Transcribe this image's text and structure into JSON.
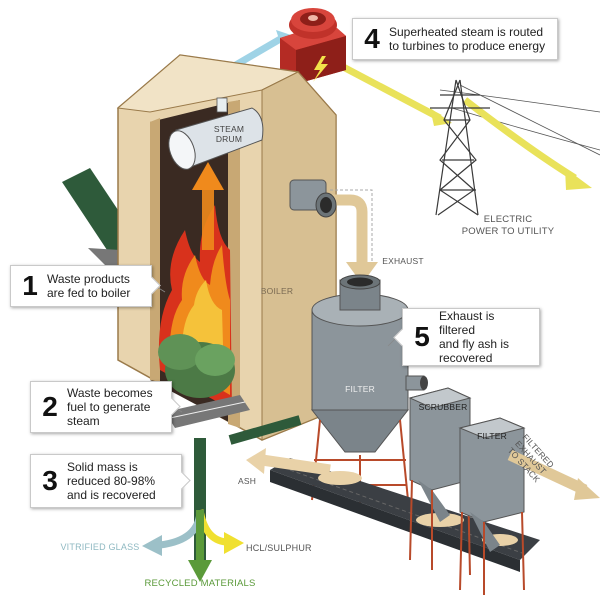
{
  "steps": [
    {
      "number": "1",
      "text": "Waste products\nare fed to boiler"
    },
    {
      "number": "2",
      "text": "Waste becomes\nfuel to generate\nsteam"
    },
    {
      "number": "3",
      "text": "Solid mass is\nreduced 80-98%\nand is recovered"
    },
    {
      "number": "4",
      "text": "Superheated steam is routed\nto turbines to produce energy"
    },
    {
      "number": "5",
      "text": "Exhaust is filtered\nand fly ash is\nrecovered"
    }
  ],
  "labels": {
    "steam_drum": "STEAM\nDRUM",
    "boiler": "BOILER",
    "exhaust": "EXHAUST",
    "electric_power": "ELECTRIC\nPOWER TO UTILITY",
    "filter_main": "FILTER",
    "scrubber": "SCRUBBER",
    "filter_small": "FILTER",
    "filtered_exhaust": "FILTERED\nEXHAUST\nTO STACK",
    "ash": "ASH",
    "vitrified_glass": "VITRIFIED GLASS",
    "hcl_sulphur": "HCL/SULPHUR",
    "recycled_materials": "RECYCLED MATERIALS"
  },
  "colors": {
    "boiler_wall": "#e8d4ae",
    "boiler_edge": "#9a7a4a",
    "waste_arm": "#2e5a3a",
    "flame_orange": "#f08a1c",
    "flame_red": "#d8321c",
    "filter_gray": "#8c959b",
    "turbine_red": "#c0322a",
    "power_yellow": "#e9e25a",
    "steam_blue": "#9fd3e6",
    "glass_blue": "#9cc0c8",
    "hcl_yellow": "#f0e030",
    "recycled_green": "#5b9a3a",
    "ash_tan": "#e9d2a8"
  }
}
